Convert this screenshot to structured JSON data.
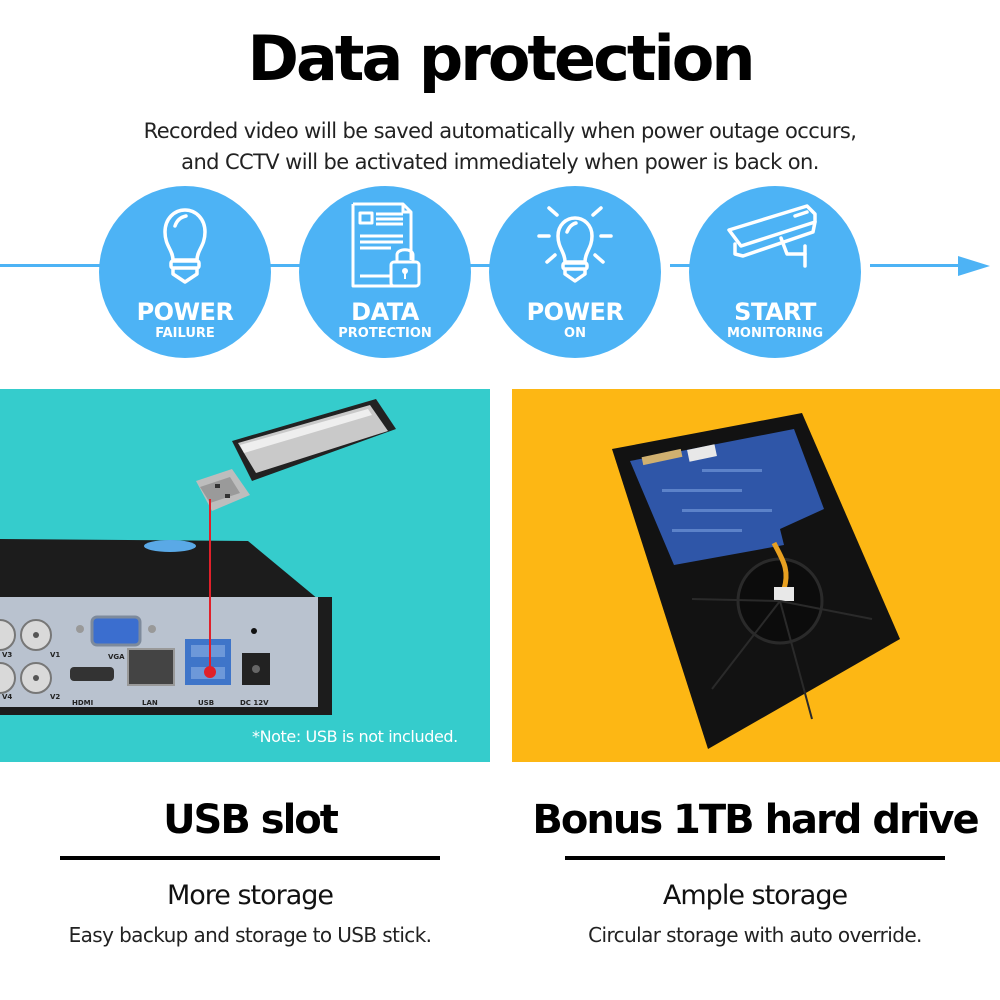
{
  "header": {
    "title": "Data protection",
    "subtitle_line1": "Recorded video will be saved automatically when power outage occurs,",
    "subtitle_line2": "and CCTV will be activated immediately when power is back on."
  },
  "flow": {
    "color": "#4db3f5",
    "steps": [
      {
        "icon": "lightbulb-icon",
        "title": "POWER",
        "subtitle": "FAILURE"
      },
      {
        "icon": "locked-document-icon",
        "title": "DATA",
        "subtitle": "PROTECTION"
      },
      {
        "icon": "lit-lightbulb-icon",
        "title": "POWER",
        "subtitle": "ON"
      },
      {
        "icon": "security-camera-icon",
        "title": "START",
        "subtitle": "MONITORING"
      }
    ]
  },
  "panels": {
    "left": {
      "background": "#35cccc",
      "image": "usb-stick-and-dvr-rear-panel",
      "port_labels": [
        "V3",
        "V1",
        "V4",
        "V2",
        "VGA",
        "HDMI",
        "LAN",
        "USB",
        "DC 12V"
      ],
      "note": "*Note: USB is not included."
    },
    "right": {
      "background": "#fdb714",
      "image": "hard-drive-underside"
    }
  },
  "features": [
    {
      "heading": "USB slot",
      "subheading": "More storage",
      "description": "Easy backup and storage to USB stick."
    },
    {
      "heading": "Bonus 1TB hard drive",
      "subheading": "Ample storage",
      "description": "Circular storage with auto override."
    }
  ]
}
